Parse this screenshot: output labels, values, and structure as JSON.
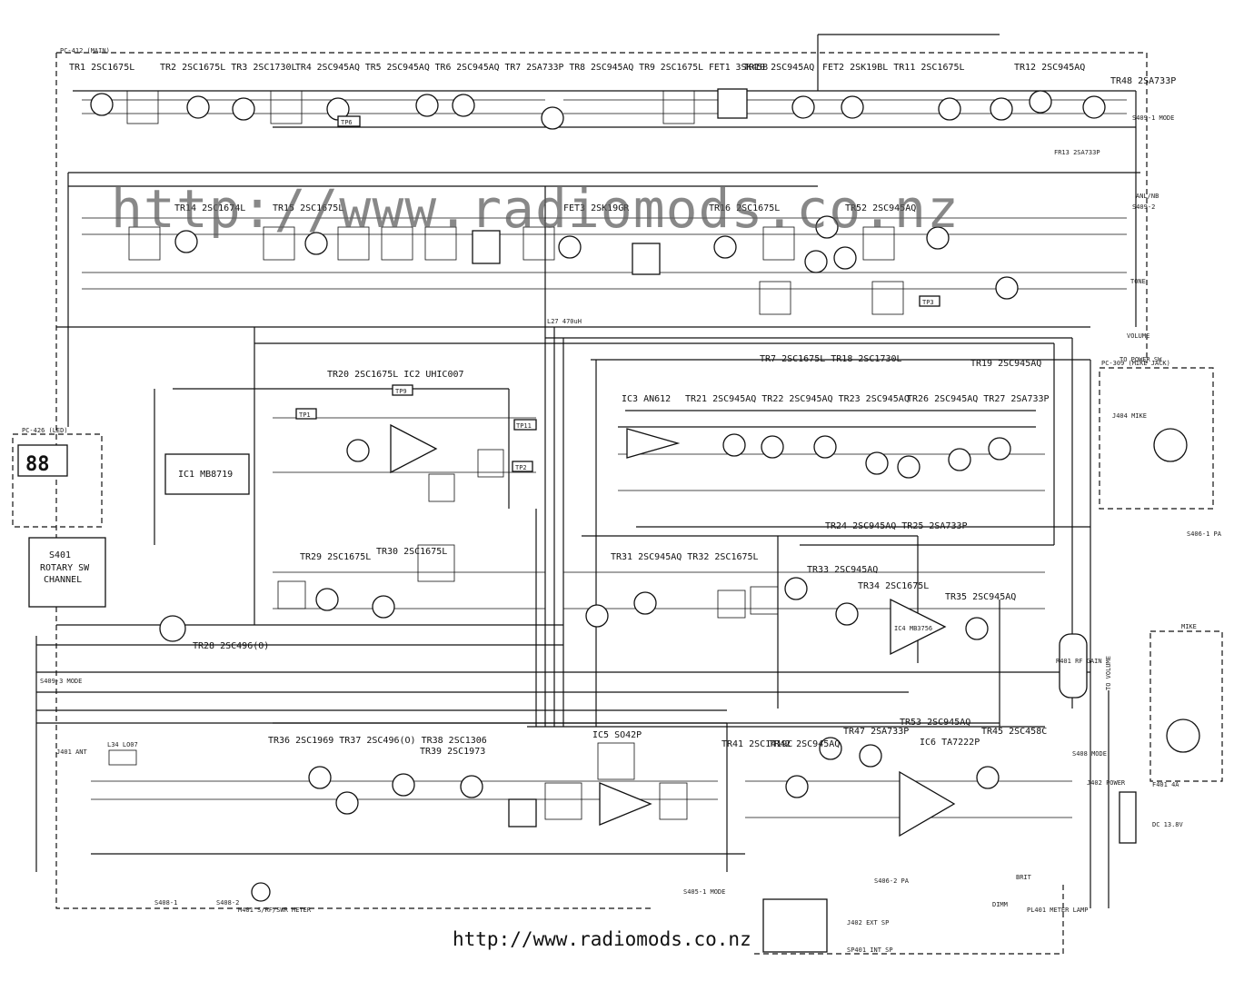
{
  "watermark": "http://www.radiomods.co.nz",
  "footer_url": "http://www.radiomods.co.nz",
  "board_labels": {
    "main": "PC-412  (MAIN)",
    "led": "PC-426 (LED)",
    "mike_jack": "PC-309 (MIKE JACK)",
    "mike": "MIKE"
  },
  "transistor_labels": [
    "TR1 2SC1675L",
    "TR2 2SC1675L  TR3 2SC1730L",
    "TR4 2SC945AQ TR5 2SC945AQ TR6 2SC945AQ TR7 2SA733P TR8 2SC945AQ TR9 2SC1675L  FET1 3SK45B",
    "TR10 2SC945AQ",
    "FET2 2SK19BL TR11 2SC1675L",
    "TR12 2SC945AQ",
    "TR48 2SA733P",
    "TR14 2SC1674L",
    "TR15 2SC1675L",
    "FET3 2SK19GR",
    "TR16 2SC1675L",
    "TR52 2SC945AQ",
    "FR13 2SA733P",
    "TR20 2SC1675L  IC2 UHIC007",
    "TR7 2SC1675L  TR18 2SC1730L",
    "TR19 2SC945AQ",
    "IC3 AN612",
    "TR21 2SC945AQ  TR22 2SC945AQ TR23 2SC945AQ",
    "TR26 2SC945AQ  TR27 2SA733P",
    "TR24 2SC945AQ   TR25 2SA733P",
    "TR29 2SC1675L",
    "TR30 2SC1675L",
    "TR31 2SC945AQ TR32 2SC1675L",
    "TR33 2SC945AQ",
    "TR34 2SC1675L",
    "TR35 2SC945AQ",
    "TR28 2SC496(O)",
    "TR36 2SC1969  TR37 2SC496(O) TR38 2SC1306",
    "TR39 2SC1973",
    "IC5 SO42P",
    "TR41 2SC1419C",
    "TR42 2SC945AQ",
    "TR47 2SA733P",
    "TR53 2SC945AQ",
    "TR45 2SC458C",
    "IC6 TA7222P"
  ],
  "component_labels": {
    "ic1": "IC1   MB8719",
    "ic4": "IC4 MB3756",
    "rotary_switch": [
      "S401",
      "ROTARY SW",
      "CHANNEL"
    ],
    "led_display": "88",
    "s4091_mode": "S409-1 MODE",
    "s4092": "S409-2",
    "s4093": "S409-3 MODE",
    "tp_points": [
      "TP6",
      "TP9",
      "TP11",
      "TP2",
      "TP1",
      "TP3"
    ],
    "s4061_pa": "S406-1 PA",
    "s4062_pa": "S406-2 PA",
    "ant_jack": "J401 ANT",
    "fuse": "F401 4A",
    "dc": "DC 13.8V",
    "power_jack": "J402 POWER",
    "meter": "M401 S/RF/SWR METER",
    "meter_lamp": "PL401 METER LAMP",
    "speaker": "SP401 INT SP",
    "ext_sp": "J402 EXT SP",
    "to_volume": "TO VOLUME",
    "to_power_sw": "TO POWER SW",
    "anl_nb": "ANL/NB",
    "tone": "TONE",
    "volume": "VOLUME",
    "mode_s408": "S408 MODE",
    "s405_mode": "S405-1 MODE",
    "r401_rf_gain": "R401 RF GAIN",
    "bright_dimm": [
      "BRIT",
      "DIMM"
    ],
    "l27": "L27 470uH",
    "l34": "L34 LO07",
    "rf_amp_label": "S408-1",
    "sw_s4082": "S408-2",
    "j404_mike": "J404 MIKE"
  }
}
